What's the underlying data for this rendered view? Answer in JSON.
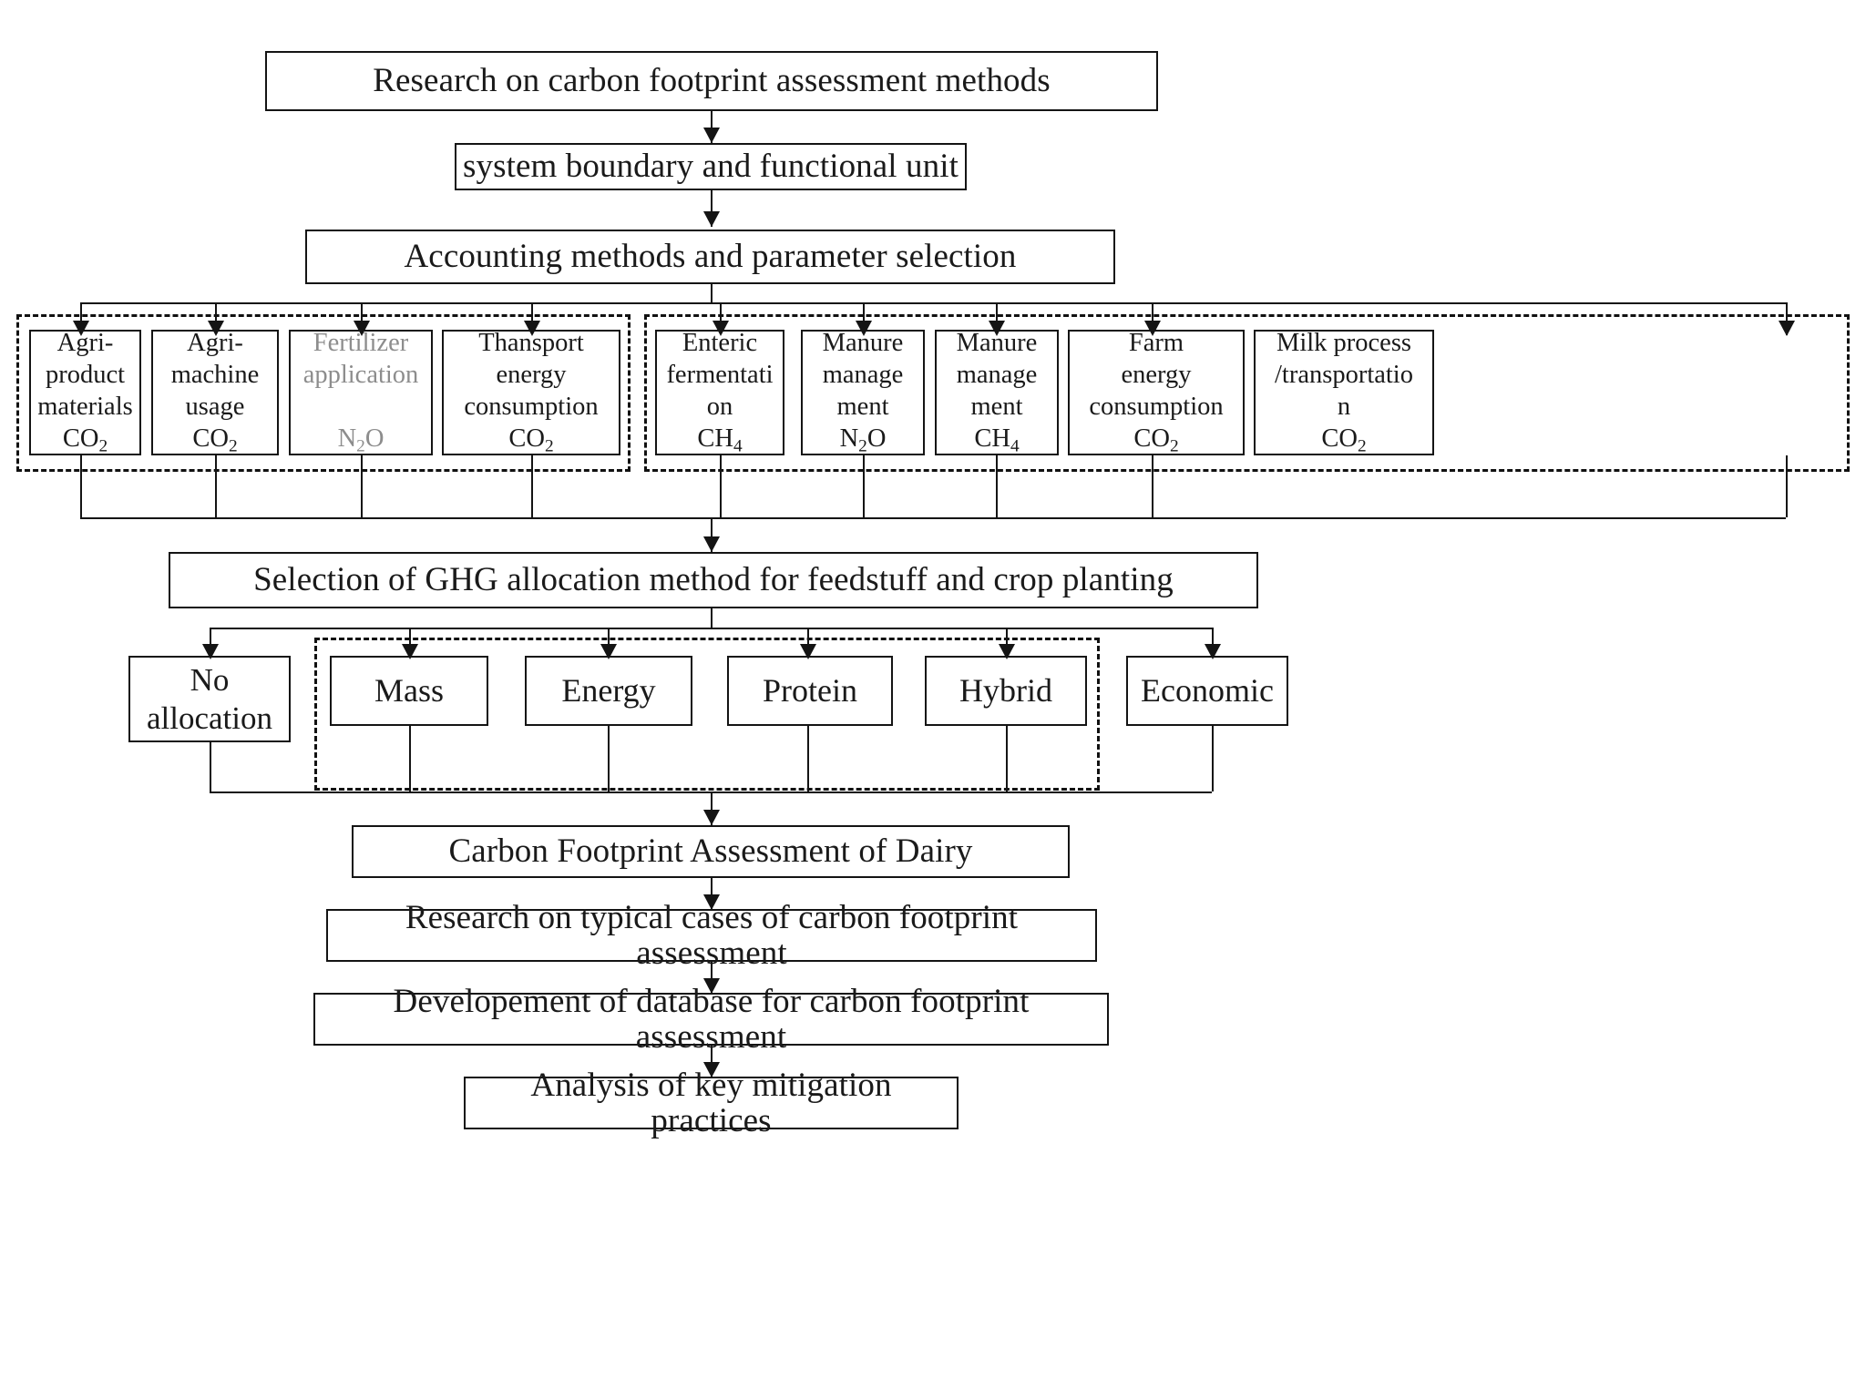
{
  "diagram": {
    "title_box": "Research on carbon footprint assessment methods",
    "step2": "system boundary and functional unit",
    "step3": "Accounting methods and parameter selection",
    "allocation_header": "Selection of GHG allocation method for feedstuff and crop planting",
    "assessment": "Carbon Footprint Assessment of Dairy",
    "cases": "Research on typical cases of carbon footprint assessment",
    "database": "Developement of database for carbon footprint assessment",
    "mitigation": "Analysis of key mitigation practices"
  },
  "feed_group": {
    "items": [
      {
        "lines": [
          "Agri-",
          "product",
          "materials"
        ],
        "gas": "CO",
        "sub": "2",
        "gray": false
      },
      {
        "lines": [
          "Agri-",
          "machine",
          "usage"
        ],
        "gas": "CO",
        "sub": "2",
        "gray": false
      },
      {
        "lines": [
          "Fertilizer",
          "application",
          ""
        ],
        "gas": "N",
        "sub": "2",
        "gas_tail": "O",
        "gray": true
      },
      {
        "lines": [
          "Thansport",
          "energy",
          "consumption"
        ],
        "gas": "CO",
        "sub": "2",
        "gray": false
      }
    ]
  },
  "farm_group": {
    "items": [
      {
        "lines": [
          "Enteric",
          "fermentati",
          "on"
        ],
        "gas": "CH",
        "sub": "4",
        "gray": false
      },
      {
        "lines": [
          "Manure",
          "manage",
          "ment"
        ],
        "gas": "N",
        "sub": "2",
        "gas_tail": "O",
        "gray": false
      },
      {
        "lines": [
          "Manure",
          "manage",
          "ment"
        ],
        "gas": "CH",
        "sub": "4",
        "gray": false
      },
      {
        "lines": [
          "Farm",
          "energy",
          "consumption"
        ],
        "gas": "CO",
        "sub": "2",
        "gray": false
      },
      {
        "lines": [
          "Milk process",
          "/transportatio",
          "n"
        ],
        "gas": "CO",
        "sub": "2",
        "gray": false
      }
    ]
  },
  "allocation_methods": {
    "no_allocation": "No\nallocation",
    "no_allocation_l1": "No",
    "no_allocation_l2": "allocation",
    "mass": "Mass",
    "energy": "Energy",
    "protein": "Protein",
    "hybrid": "Hybrid",
    "economic": "Economic"
  },
  "colors": {
    "stroke": "#141414",
    "gray_text": "#8d8d8d",
    "background": "#ffffff"
  }
}
